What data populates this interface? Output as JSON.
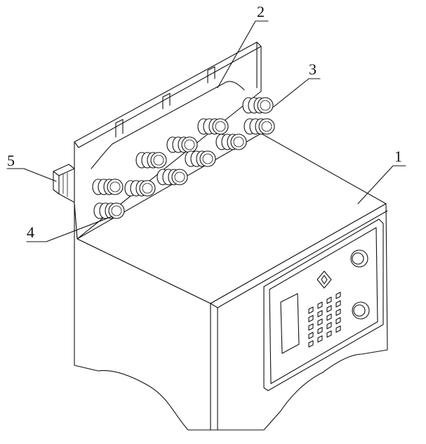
{
  "figure": {
    "labels": [
      {
        "id": "1",
        "text": "1",
        "part": "machine-body"
      },
      {
        "id": "2",
        "text": "2",
        "part": "back-plate"
      },
      {
        "id": "3",
        "text": "3",
        "part": "upper-roller-set"
      },
      {
        "id": "4",
        "text": "4",
        "part": "lower-roller-set"
      },
      {
        "id": "5",
        "text": "5",
        "part": "side-motor"
      }
    ]
  },
  "control_panel": {
    "keypad": {
      "rows": 5,
      "cols": 4
    },
    "knobs": [
      "top-knob",
      "bottom-knob"
    ]
  }
}
